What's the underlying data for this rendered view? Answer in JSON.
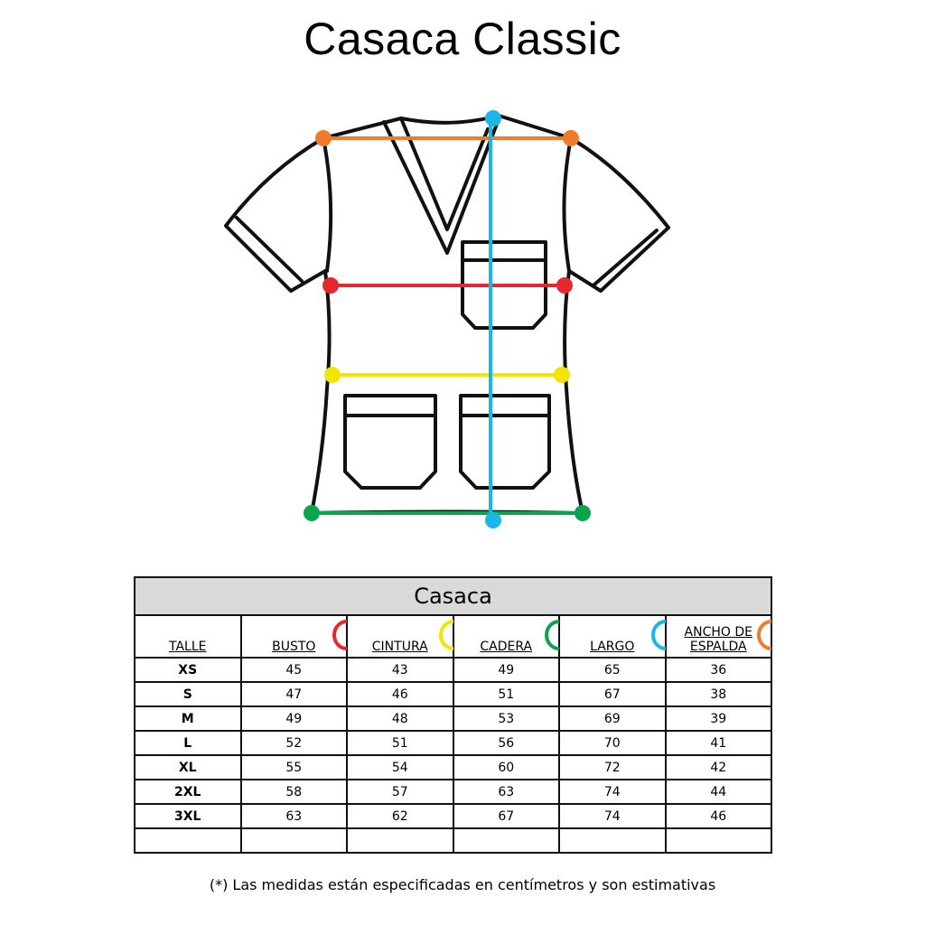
{
  "title": "Casaca Classic",
  "colors": {
    "busto": "#e8262d",
    "cintura": "#f2e600",
    "cadera": "#0aa44f",
    "largo": "#1ab7e6",
    "espalda": "#ef7b2d",
    "header_bg": "#d9d9d9"
  },
  "table": {
    "title": "Casaca",
    "headers": {
      "talle": "TALLE",
      "busto": "BUSTO",
      "cintura": "CINTURA",
      "cadera": "CADERA",
      "largo": "LARGO",
      "espalda_line1": "ANCHO DE",
      "espalda_line2": "ESPALDA"
    },
    "rows": [
      {
        "size": "XS",
        "busto": "45",
        "cintura": "43",
        "cadera": "49",
        "largo": "65",
        "espalda": "36"
      },
      {
        "size": "S",
        "busto": "47",
        "cintura": "46",
        "cadera": "51",
        "largo": "67",
        "espalda": "38"
      },
      {
        "size": "M",
        "busto": "49",
        "cintura": "48",
        "cadera": "53",
        "largo": "69",
        "espalda": "39"
      },
      {
        "size": "L",
        "busto": "52",
        "cintura": "51",
        "cadera": "56",
        "largo": "70",
        "espalda": "41"
      },
      {
        "size": "XL",
        "busto": "55",
        "cintura": "54",
        "cadera": "60",
        "largo": "72",
        "espalda": "42"
      },
      {
        "size": "2XL",
        "busto": "58",
        "cintura": "57",
        "cadera": "63",
        "largo": "74",
        "espalda": "44"
      },
      {
        "size": "3XL",
        "busto": "63",
        "cintura": "62",
        "cadera": "67",
        "largo": "74",
        "espalda": "46"
      }
    ]
  },
  "footnote": "(*) Las medidas están especificadas en centímetros y son estimativas"
}
